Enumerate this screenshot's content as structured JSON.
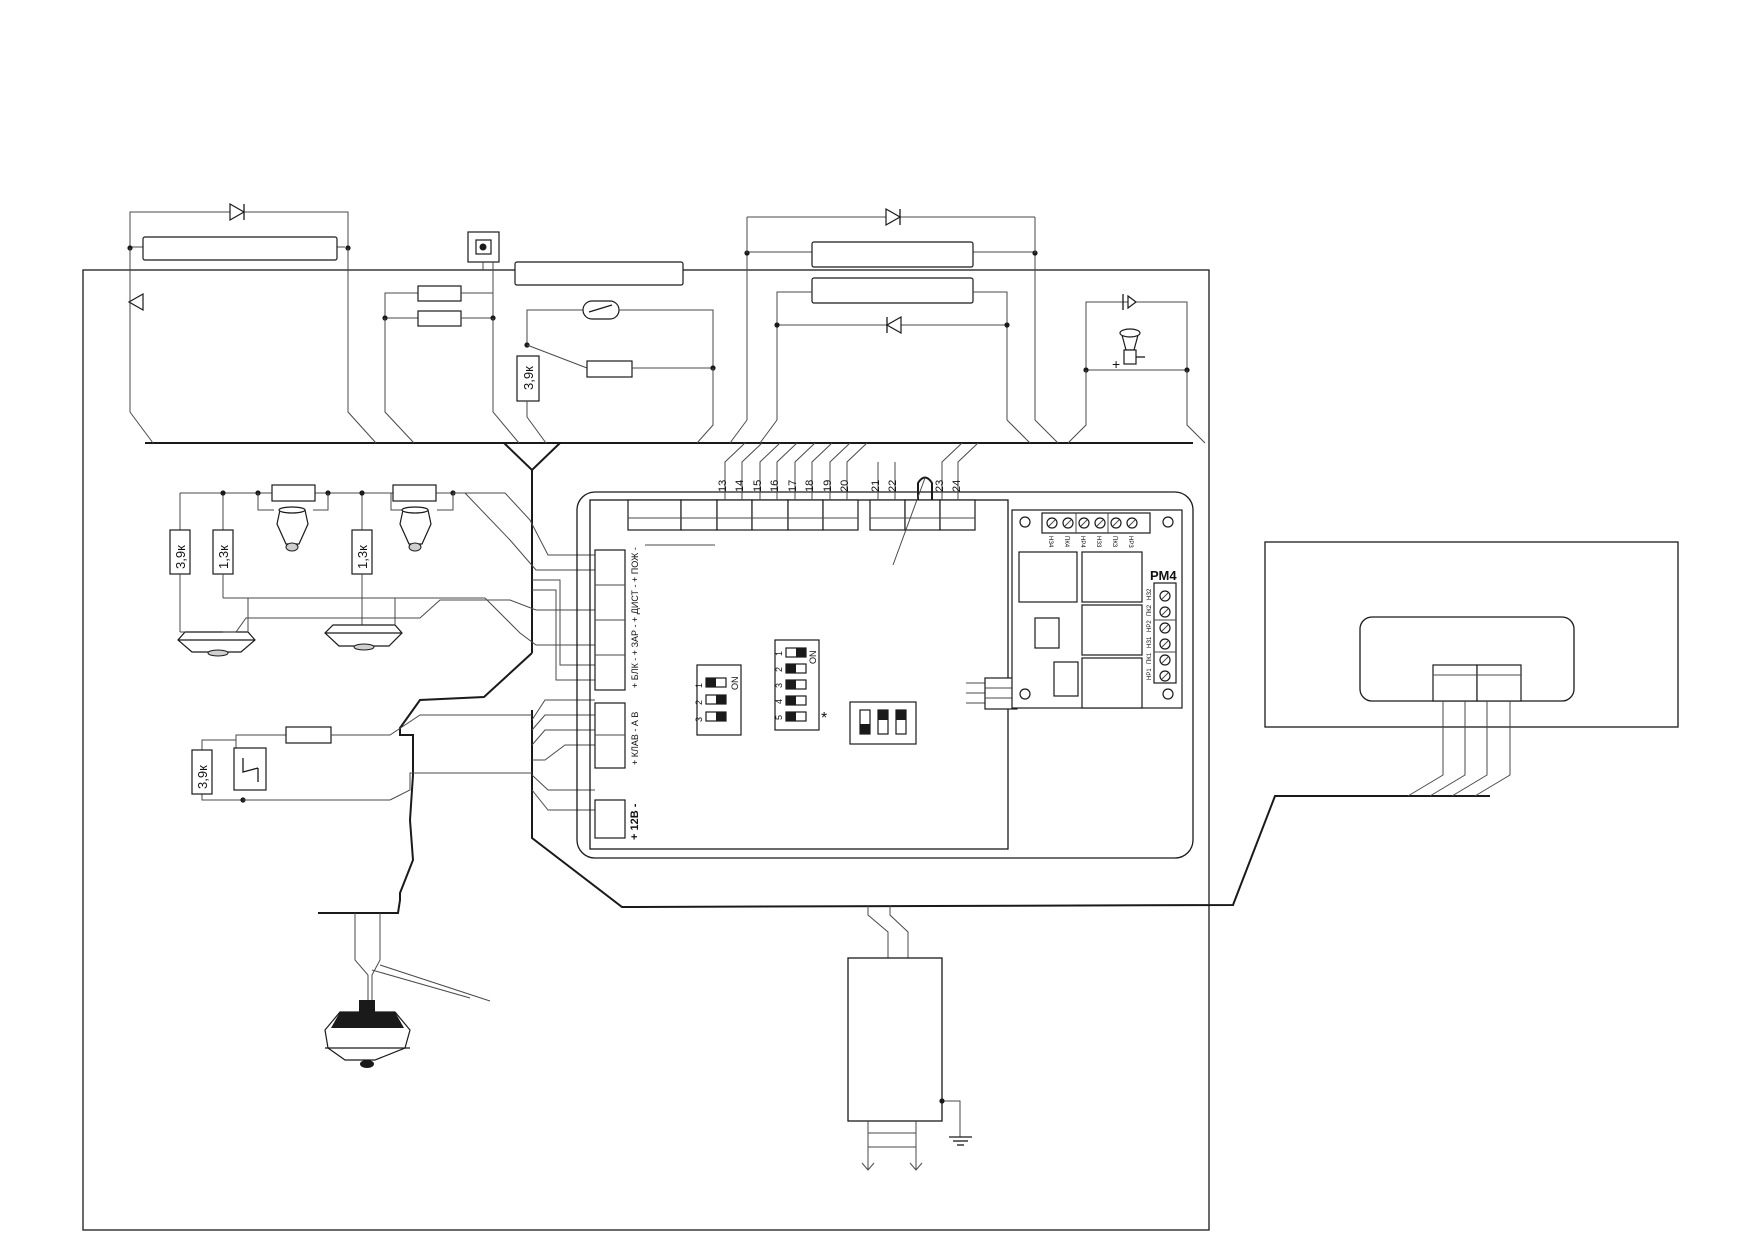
{
  "resistor_labels": {
    "r_39k_top": "3,9к",
    "r_39k_left": "3,9к",
    "r_13k_left": "1,3к",
    "r_13k_mid": "1,3к",
    "r_39k_bottom": "3,9к"
  },
  "terminal_numbers": [
    "13",
    "14",
    "15",
    "16",
    "17",
    "18",
    "19",
    "20",
    "21",
    "22",
    "23",
    "24"
  ],
  "controller_terminals": {
    "group1": "+ БЛК -  + ЗАР -  + ДИСТ -  + ПОЖ -",
    "group2": "+ КЛАВ -  А   В",
    "power": "+ 12В -"
  },
  "dip_switches": {
    "sw1_header": "ON",
    "sw1_numbers": [
      "1",
      "2",
      "3"
    ],
    "sw2_header": "ON",
    "sw2_numbers": [
      "1",
      "2",
      "3",
      "4",
      "5"
    ],
    "star_mark": "*"
  },
  "relay_module": {
    "title": "РМ4",
    "top_terminals": [
      "НЗ4",
      "ПК4",
      "НР4",
      "НЗ3",
      "ПК3",
      "НР3"
    ],
    "side_terminals": [
      "НЗ2",
      "ПК2",
      "НР2",
      "НЗ1",
      "ПК1",
      "НР1"
    ]
  },
  "buzzer_polarity": "+",
  "colors": {
    "line": "#1a1a1a",
    "wire": "#4a4a4a",
    "background": "#ffffff"
  }
}
